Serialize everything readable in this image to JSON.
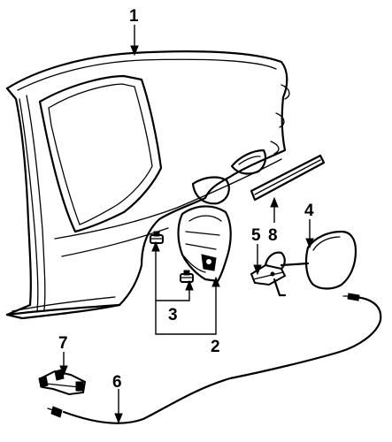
{
  "diagram": {
    "callouts": [
      {
        "id": "1",
        "label": "1"
      },
      {
        "id": "2",
        "label": "2"
      },
      {
        "id": "3",
        "label": "3"
      },
      {
        "id": "4",
        "label": "4"
      },
      {
        "id": "5",
        "label": "5"
      },
      {
        "id": "6",
        "label": "6"
      },
      {
        "id": "7",
        "label": "7"
      },
      {
        "id": "8",
        "label": "8"
      }
    ],
    "parts": [
      {
        "callout": "1",
        "icon": "quarter-panel"
      },
      {
        "callout": "2",
        "icon": "fuel-filler-housing"
      },
      {
        "callout": "3",
        "icon": "housing-clips"
      },
      {
        "callout": "4",
        "icon": "fuel-door"
      },
      {
        "callout": "5",
        "icon": "door-hinge"
      },
      {
        "callout": "6",
        "icon": "release-cable"
      },
      {
        "callout": "7",
        "icon": "release-handle"
      },
      {
        "callout": "8",
        "icon": "molding-strip"
      }
    ]
  }
}
